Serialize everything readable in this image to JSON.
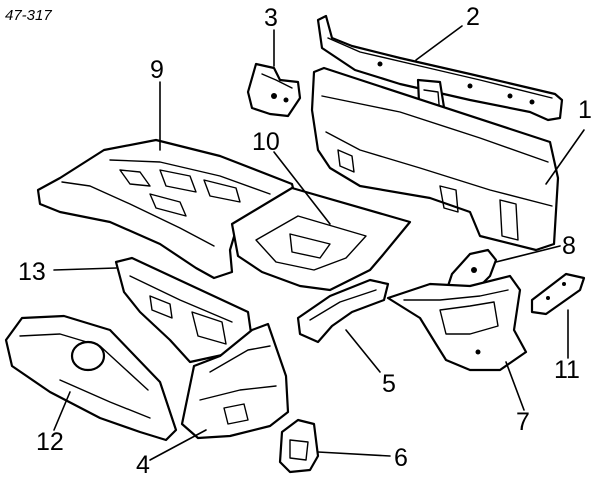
{
  "diagram": {
    "reference_code": "47-317",
    "callouts": {
      "c1": "1",
      "c2": "2",
      "c3": "3",
      "c4": "4",
      "c5": "5",
      "c6": "6",
      "c7": "7",
      "c8": "8",
      "c9": "9",
      "c10": "10",
      "c11": "11",
      "c12": "12",
      "c13": "13"
    },
    "colors": {
      "line": "#000000",
      "background": "#ffffff"
    }
  }
}
